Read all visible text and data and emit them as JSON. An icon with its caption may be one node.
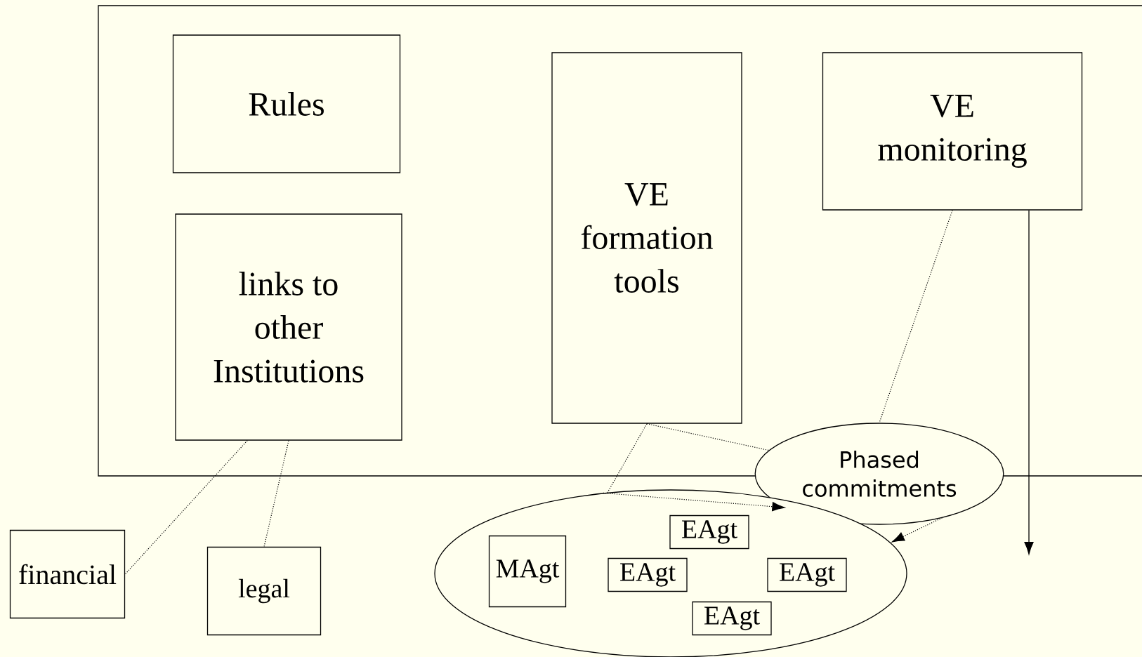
{
  "diagram": {
    "nodes": [
      {
        "text": [],
        "shape": "box"
      },
      {
        "text": [
          "Rules"
        ],
        "in": 0
      },
      {
        "text": [
          "links to other Institutions"
        ],
        "in": 0
      },
      {
        "text": [
          "VE formation tools"
        ],
        "in": 0
      },
      {
        "text": [
          "VE monitoring"
        ],
        "in": 0
      },
      {
        "text": [
          "Phased commitments"
        ]
      },
      {
        "text": [
          "financial"
        ]
      },
      {
        "text": [
          "legal"
        ]
      },
      {
        "text": [],
        "shape": "ellipse"
      },
      {
        "text": [
          "MAgt"
        ],
        "in": 8
      },
      {
        "text": [
          "EAgt"
        ],
        "in": 8
      },
      {
        "text": [
          "EAgt"
        ],
        "in": 8
      },
      {
        "text": [
          "EAgt"
        ],
        "in": 8
      },
      {
        "text": [
          "EAgt"
        ],
        "in": 8
      }
    ],
    "edges": [
      {
        "from": 2,
        "to": 6,
        "arrow": "none",
        "style": "dashed"
      },
      {
        "from": 2,
        "to": 7,
        "arrow": "none",
        "style": "dashed"
      },
      {
        "from": 3,
        "to": 8,
        "arrow": "none",
        "style": "dashed"
      },
      {
        "from": 3,
        "to": 5,
        "arrow": "none",
        "style": "dashed"
      },
      {
        "from": 4,
        "to": 5,
        "arrow": "none",
        "style": "dashed"
      },
      {
        "from": 8,
        "to": 5,
        "arrow": "to",
        "style": "dashed"
      },
      {
        "from": 5,
        "to": 8,
        "arrow": "to",
        "style": "dashed"
      },
      {
        "from": 4,
        "to": null,
        "arrow": "to"
      }
    ]
  }
}
